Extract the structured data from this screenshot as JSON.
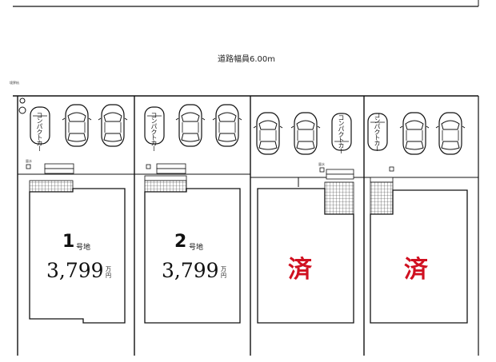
{
  "road": {
    "width_label": "道路幅員6.00m"
  },
  "small_labels": {
    "post": "境界杭",
    "meter_1": "量水",
    "meter_2": "量水"
  },
  "car_label": "コンパクトカー",
  "lots": [
    {
      "number": "1",
      "suffix": "号地",
      "price": "3,799",
      "unit_top": "万",
      "unit_bottom": "円",
      "sold": false
    },
    {
      "number": "2",
      "suffix": "号地",
      "price": "3,799",
      "unit_top": "万",
      "unit_bottom": "円",
      "sold": false
    },
    {
      "sold": true,
      "sold_label": "済"
    },
    {
      "sold": true,
      "sold_label": "済"
    }
  ]
}
